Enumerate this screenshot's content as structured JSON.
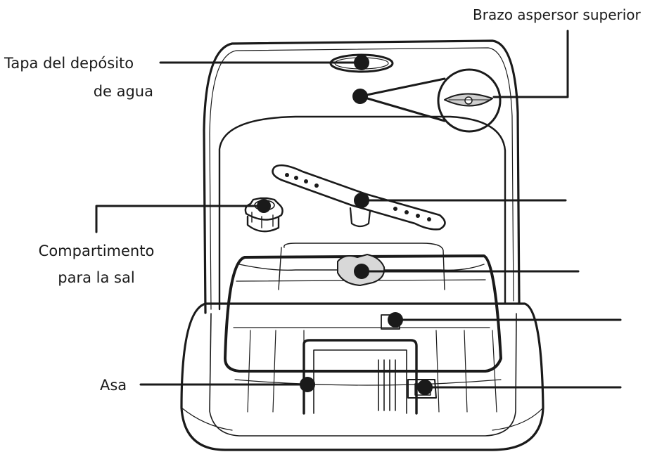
{
  "callouts": {
    "water_tank_cap": {
      "line1": "Tapa del depósito",
      "line2": "de agua"
    },
    "upper_spray_arm": {
      "label": "Brazo aspersor superior"
    },
    "salt_compartment": {
      "line1": "Compartimento",
      "line2": "para la sal"
    },
    "handle": {
      "label": "Asa"
    }
  },
  "colors": {
    "ink": "#1a1a1a",
    "background": "#ffffff"
  }
}
